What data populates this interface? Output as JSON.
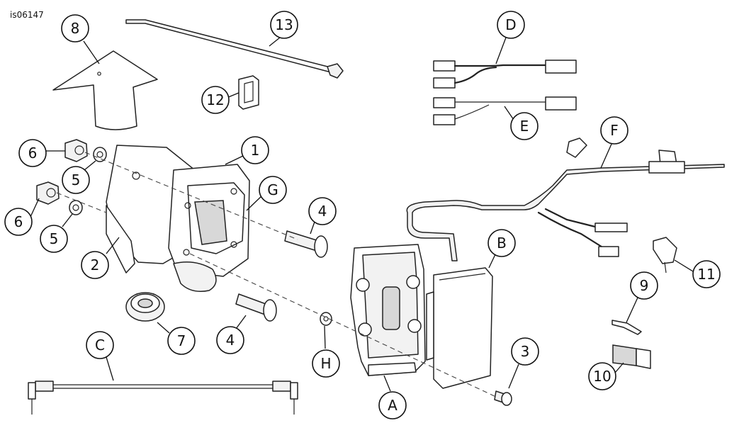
{
  "figure_id": "is06147",
  "callouts": [
    {
      "id": "8",
      "label": "8"
    },
    {
      "id": "13",
      "label": "13"
    },
    {
      "id": "12",
      "label": "12"
    },
    {
      "id": "D",
      "label": "D"
    },
    {
      "id": "E",
      "label": "E"
    },
    {
      "id": "F",
      "label": "F"
    },
    {
      "id": "1",
      "label": "1"
    },
    {
      "id": "6a",
      "label": "6"
    },
    {
      "id": "5a",
      "label": "5"
    },
    {
      "id": "G",
      "label": "G"
    },
    {
      "id": "6b",
      "label": "6"
    },
    {
      "id": "5b",
      "label": "5"
    },
    {
      "id": "2",
      "label": "2"
    },
    {
      "id": "4a",
      "label": "4"
    },
    {
      "id": "B",
      "label": "B"
    },
    {
      "id": "11",
      "label": "11"
    },
    {
      "id": "9",
      "label": "9"
    },
    {
      "id": "7",
      "label": "7"
    },
    {
      "id": "4b",
      "label": "4"
    },
    {
      "id": "H",
      "label": "H"
    },
    {
      "id": "3",
      "label": "3"
    },
    {
      "id": "C",
      "label": "C"
    },
    {
      "id": "10",
      "label": "10"
    },
    {
      "id": "A",
      "label": "A"
    }
  ]
}
